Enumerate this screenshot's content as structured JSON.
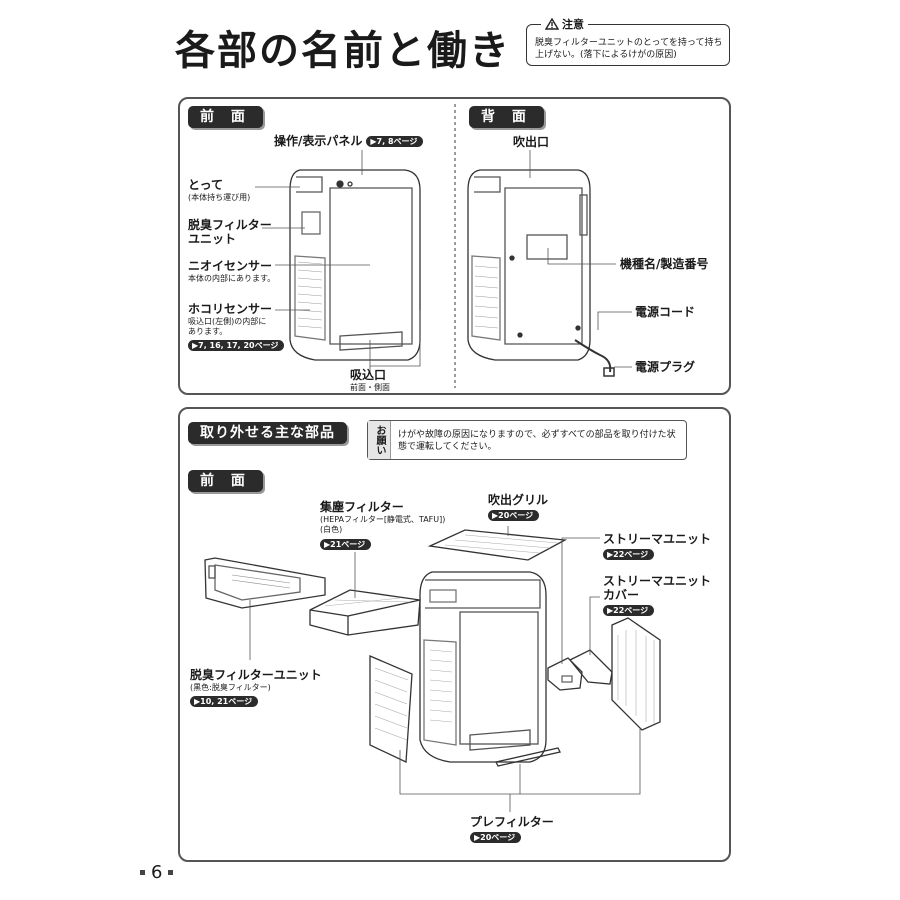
{
  "title": "各部の名前と働き",
  "caution": {
    "heading": "注意",
    "text": "脱臭フィルターユニットのとってを持って持ち上げない。(落下によるけがの原因)"
  },
  "upper": {
    "front_tag": "前 面",
    "back_tag": "背 面",
    "front_labels": {
      "panel": "操作/表示パネル",
      "panel_ref": "7, 8ページ",
      "handle": "とって",
      "handle_sub": "(本体持ち運び用)",
      "deodor_l1": "脱臭フィルター",
      "deodor_l2": "ユニット",
      "odor": "ニオイセンサー",
      "odor_sub": "本体の内部にあります。",
      "dust": "ホコリセンサー",
      "dust_sub1": "吸込口(左側)の内部に",
      "dust_sub2": "あります。",
      "dust_ref": "7, 16, 17, 20ページ",
      "intake": "吸込口",
      "intake_sub": "前面・側面"
    },
    "back_labels": {
      "outlet": "吹出口",
      "model": "機種名/製造番号",
      "cord": "電源コード",
      "plug": "電源プラグ"
    }
  },
  "lower": {
    "tag": "取り外せる主な部品",
    "notice_tag": "お願い",
    "notice_text": "けがや故障の原因になりますので、必ずすべての部品を取り付けた状態で運転してください。",
    "front_tag": "前 面",
    "parts": {
      "hepa": "集塵フィルター",
      "hepa_sub1": "(HEPAフィルター[静電式、TAFU])",
      "hepa_sub2": "(白色)",
      "hepa_ref": "21ページ",
      "grill": "吹出グリル",
      "grill_ref": "20ページ",
      "streamer": "ストリーマユニット",
      "streamer_ref": "22ページ",
      "cover_l1": "ストリーマユニット",
      "cover_l2": "カバー",
      "cover_ref": "22ページ",
      "deodor": "脱臭フィルターユニット",
      "deodor_sub": "(黒色:脱臭フィルター)",
      "deodor_ref": "10, 21ページ",
      "pre": "プレフィルター",
      "pre_ref": "20ページ"
    }
  },
  "page_number": "6"
}
